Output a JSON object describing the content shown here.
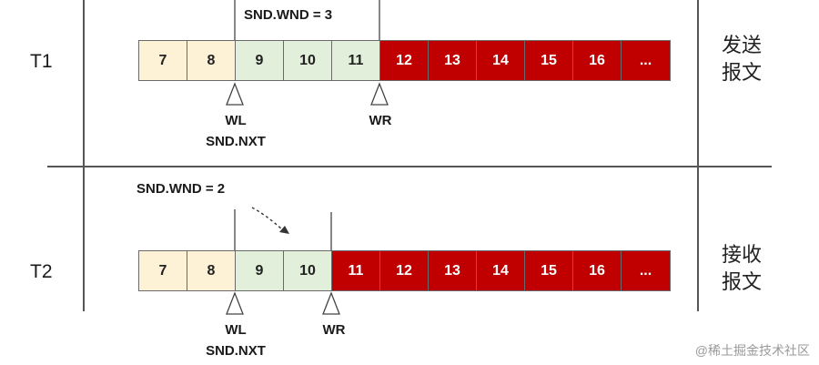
{
  "rows": [
    {
      "id": "t1",
      "label": "T1",
      "side_label": [
        "发送",
        "报文"
      ],
      "wnd_label": "SND.WND = 3",
      "cells": [
        {
          "text": "7",
          "state": "acked"
        },
        {
          "text": "8",
          "state": "acked"
        },
        {
          "text": "9",
          "state": "window"
        },
        {
          "text": "10",
          "state": "window"
        },
        {
          "text": "11",
          "state": "window"
        },
        {
          "text": "12",
          "state": "outside"
        },
        {
          "text": "13",
          "state": "outside"
        },
        {
          "text": "14",
          "state": "outside"
        },
        {
          "text": "15",
          "state": "outside"
        },
        {
          "text": "16",
          "state": "outside"
        },
        {
          "text": "...",
          "state": "outside"
        }
      ],
      "wl_label": "WL",
      "nxt_label": "SND.NXT",
      "wr_label": "WR"
    },
    {
      "id": "t2",
      "label": "T2",
      "side_label": [
        "接收",
        "报文"
      ],
      "wnd_label": "SND.WND = 2",
      "cells": [
        {
          "text": "7",
          "state": "acked"
        },
        {
          "text": "8",
          "state": "acked"
        },
        {
          "text": "9",
          "state": "window"
        },
        {
          "text": "10",
          "state": "window"
        },
        {
          "text": "11",
          "state": "outside"
        },
        {
          "text": "12",
          "state": "outside"
        },
        {
          "text": "13",
          "state": "outside"
        },
        {
          "text": "14",
          "state": "outside"
        },
        {
          "text": "15",
          "state": "outside"
        },
        {
          "text": "16",
          "state": "outside"
        },
        {
          "text": "...",
          "state": "outside"
        }
      ],
      "wl_label": "WL",
      "nxt_label": "SND.NXT",
      "wr_label": "WR"
    }
  ],
  "watermark": "@稀土掘金技术社区",
  "colors": {
    "acked": "#fdf2d6",
    "window": "#e2efda",
    "outside": "#c00000"
  }
}
